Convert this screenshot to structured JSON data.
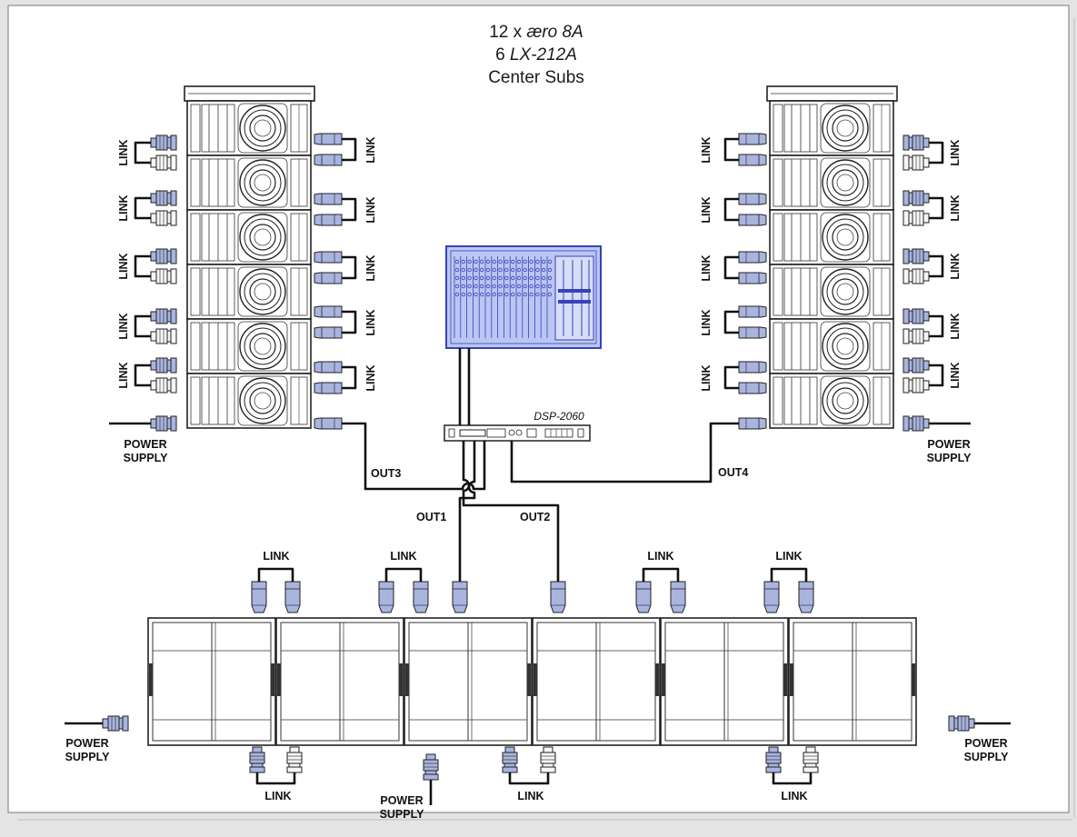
{
  "title": {
    "count1": "12 x ",
    "model1": "æro 8A",
    "count2": "6 ",
    "model2": "LX-212A",
    "line3": "Center Subs"
  },
  "labels": {
    "link": "LINK",
    "power": "POWER",
    "supply": "SUPPLY",
    "processor": "DSP-2060",
    "out1": "OUT1",
    "out2": "OUT2",
    "out3": "OUT3",
    "out4": "OUT4"
  },
  "colors": {
    "mixer_fill": "#bcc6f2",
    "mixer_stroke": "#3543b8",
    "connector_blue": "#a9b4df",
    "connector_white": "#f6f6f6",
    "cable": "#111111",
    "canvas": "#ffffff",
    "background": "#e4e4e4"
  },
  "icons": {
    "mixer": "mixing-console-icon",
    "processor": "dsp-processor-icon",
    "connector": "xlr-connector-icon",
    "power_plug": "powercon-connector-icon"
  },
  "arrays": {
    "left_top": {
      "name": "left-line-array",
      "cabinets": 6
    },
    "right_top": {
      "name": "right-line-array",
      "cabinets": 6
    },
    "center_subs": {
      "name": "center-subwoofers",
      "cabinets": 6
    }
  }
}
